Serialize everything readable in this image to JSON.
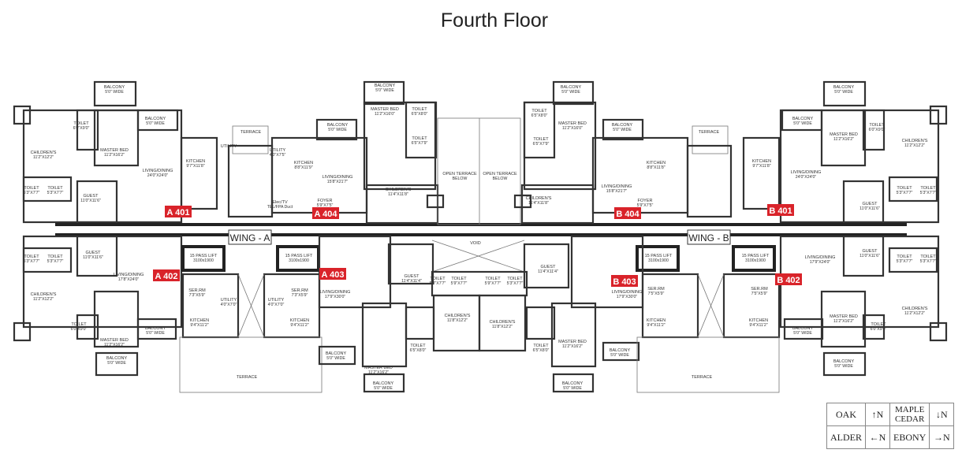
{
  "title": "Fourth Floor",
  "wings": [
    "WING - A",
    "WING - B"
  ],
  "flat_tags": [
    "A 401",
    "A 404",
    "A 402",
    "A 403",
    "B 404",
    "B 401",
    "B 403",
    "B 402"
  ],
  "rooms": [
    {
      "name": "BALCONY",
      "dim": "5'0\" WIDE"
    },
    {
      "name": "TOILET",
      "dim": "6'0\"X9'0\""
    },
    {
      "name": "MASTER BED",
      "dim": "11'2\"X16'2\""
    },
    {
      "name": "CHILDREN'S",
      "dim": "11'2\"X12'2\""
    },
    {
      "name": "BALCONY",
      "dim": "5'0\" WIDE"
    },
    {
      "name": "LIVING/DINING",
      "dim": "24'0\"X24'0\""
    },
    {
      "name": "KITCHEN",
      "dim": "9'7\"X11'8\""
    },
    {
      "name": "TOILET",
      "dim": "5'3\"X7'7\""
    },
    {
      "name": "TOILET",
      "dim": "5'3\"X7'7\""
    },
    {
      "name": "GUEST",
      "dim": "11'0\"X11'6\""
    },
    {
      "name": "TERRACE",
      "dim": ""
    },
    {
      "name": "UTILITY",
      "dim": ""
    },
    {
      "name": "UTILITY",
      "dim": "4'0\"X7'5\""
    },
    {
      "name": "KITCHEN",
      "dim": "8'8\"X11'9\""
    },
    {
      "name": "BALCONY",
      "dim": "5'0\" WIDE"
    },
    {
      "name": "LIVING/DINING",
      "dim": "15'8\"X21'7\""
    },
    {
      "name": "FOYER",
      "dim": "5'9\"X7'5\""
    },
    {
      "name": "BALCONY",
      "dim": "5'0\" WIDE"
    },
    {
      "name": "MASTER BED",
      "dim": "11'2\"X16'0\""
    },
    {
      "name": "TOILET",
      "dim": "6'5\"X8'0\""
    },
    {
      "name": "TOILET",
      "dim": "6'5\"X7'9\""
    },
    {
      "name": "CHILDREN'S",
      "dim": "11'4\"X11'8\""
    },
    {
      "name": "OPEN TERRACE",
      "dim": "BELOW"
    },
    {
      "name": "OPEN TERRACE",
      "dim": "BELOW"
    },
    {
      "name": "Elec/TV",
      "dim": "TEL/FPA Duct"
    },
    {
      "name": "TOILET",
      "dim": "5'3\"X7'7\""
    },
    {
      "name": "TOILET",
      "dim": "5'3\"X7'7\""
    },
    {
      "name": "GUEST",
      "dim": "11'0\"X11'6\""
    },
    {
      "name": "LIVING/DINING",
      "dim": "17'8\"X24'0\""
    },
    {
      "name": "CHILDREN'S",
      "dim": "11'2\"X12'2\""
    },
    {
      "name": "TOILET",
      "dim": "6'0\"X9'0\""
    },
    {
      "name": "MASTER BED",
      "dim": "11'2\"X16'2\""
    },
    {
      "name": "BALCONY",
      "dim": "5'0\" WIDE"
    },
    {
      "name": "BALCONY",
      "dim": "5'0\" WIDE"
    },
    {
      "name": "SER.RM",
      "dim": "7'3\"X5'9\""
    },
    {
      "name": "KITCHEN",
      "dim": "9'4\"X11'2\""
    },
    {
      "name": "UTILITY",
      "dim": "4'0\"X7'0\""
    },
    {
      "name": "15 PASS LIFT",
      "dim": "3100x1900"
    },
    {
      "name": "15 PASS LIFT",
      "dim": "3100x1900"
    },
    {
      "name": "TERRACE",
      "dim": ""
    },
    {
      "name": "SER.RM",
      "dim": "7'3\"X5'9\""
    },
    {
      "name": "KITCHEN",
      "dim": "9'4\"X11'2\""
    },
    {
      "name": "UTILITY",
      "dim": "4'0\"X7'0\""
    },
    {
      "name": "LIVING/DINING",
      "dim": "17'9\"X30'0\""
    },
    {
      "name": "GUEST",
      "dim": "11'4\"X11'4\""
    },
    {
      "name": "VOID",
      "dim": ""
    },
    {
      "name": "TOILET",
      "dim": "5'3\"X7'7\""
    },
    {
      "name": "TOILET",
      "dim": "5'9\"X7'7\""
    },
    {
      "name": "TOILET",
      "dim": "5'9\"X7'7\""
    },
    {
      "name": "TOILET",
      "dim": "5'3\"X7'7\""
    },
    {
      "name": "CHILDREN'S",
      "dim": "11'8\"X12'2\""
    },
    {
      "name": "CHILDREN'S",
      "dim": "11'8\"X12'2\""
    },
    {
      "name": "TOILET",
      "dim": "6'5\"X8'0\""
    },
    {
      "name": "MASTER BED",
      "dim": "11'2\"X16'2\""
    },
    {
      "name": "BALCONY",
      "dim": "5'0\" WIDE"
    },
    {
      "name": "BALCONY",
      "dim": "5'0\" WIDE"
    },
    {
      "name": "GUEST",
      "dim": "11'4\"X11'4\""
    },
    {
      "name": "MASTER BED",
      "dim": "11'2\"X16'0\""
    },
    {
      "name": "TOILET",
      "dim": "6'5\"X8'0\""
    },
    {
      "name": "TOILET",
      "dim": "6'5\"X7'9\""
    },
    {
      "name": "BALCONY",
      "dim": "5'0\" WIDE"
    },
    {
      "name": "BALCONY",
      "dim": "5'0\" WIDE"
    },
    {
      "name": "LIVING/DINING",
      "dim": "15'8\"X21'7\""
    },
    {
      "name": "KITCHEN",
      "dim": "8'8\"X11'8\""
    },
    {
      "name": "CHILDREN'S",
      "dim": "11'4\"X11'8\""
    },
    {
      "name": "FOYER",
      "dim": "5'9\"X7'5\""
    },
    {
      "name": "TERRACE",
      "dim": ""
    },
    {
      "name": "BALCONY",
      "dim": "5'0\" WIDE"
    },
    {
      "name": "MASTER BED",
      "dim": "11'2\"X16'2\""
    },
    {
      "name": "TOILET",
      "dim": "6'0\"X9'0\""
    },
    {
      "name": "CHILDREN'S",
      "dim": "11'2\"X12'2\""
    },
    {
      "name": "BALCONY",
      "dim": "5'0\" WIDE"
    },
    {
      "name": "LIVING/DINING",
      "dim": "24'0\"X24'0\""
    },
    {
      "name": "KITCHEN",
      "dim": "9'7\"X11'8\""
    },
    {
      "name": "GUEST",
      "dim": "11'0\"X11'6\""
    },
    {
      "name": "TOILET",
      "dim": "5'3\"X7'7\""
    },
    {
      "name": "TOILET",
      "dim": "5'3\"X7'7\""
    },
    {
      "name": "GUEST",
      "dim": "11'0\"X11'6\""
    },
    {
      "name": "LIVING/DINING",
      "dim": "17'9\"X24'0\""
    },
    {
      "name": "TOILET",
      "dim": "5'3\"X7'7\""
    },
    {
      "name": "TOILET",
      "dim": "5'3\"X7'7\""
    },
    {
      "name": "MASTER BED",
      "dim": "11'2\"X16'2\""
    },
    {
      "name": "CHILDREN'S",
      "dim": "11'2\"X12'2\""
    },
    {
      "name": "TOILET",
      "dim": "6'0\"X9'0\""
    },
    {
      "name": "BALCONY",
      "dim": "5'0\" WIDE"
    },
    {
      "name": "BALCONY",
      "dim": "5'0\" WIDE"
    },
    {
      "name": "SER.RM",
      "dim": "7'5\"X5'9\""
    },
    {
      "name": "KITCHEN",
      "dim": "9'4\"X11'2\""
    },
    {
      "name": "15 PASS LIFT",
      "dim": "3100x1900"
    },
    {
      "name": "15 PASS LIFT",
      "dim": "3100x1900"
    },
    {
      "name": "TERRACE",
      "dim": ""
    },
    {
      "name": "LIVING/DINING",
      "dim": "17'9\"X30'0\""
    },
    {
      "name": "SER.RM",
      "dim": "7'5\"X5'9\""
    },
    {
      "name": "KITCHEN",
      "dim": "9'4\"X11'2\""
    },
    {
      "name": "MASTER BED",
      "dim": "11'2\"X16'2\""
    },
    {
      "name": "TOILET",
      "dim": "6'5\"X8'0\""
    },
    {
      "name": "BALCONY",
      "dim": "5'0\" WIDE"
    },
    {
      "name": "BALCONY",
      "dim": "5'0\" WIDE"
    }
  ],
  "legend": [
    {
      "name": "OAK",
      "dir": "↑N"
    },
    {
      "name": "MAPLE CEDAR",
      "dir": "↓N"
    },
    {
      "name": "ALDER",
      "dir": "←N"
    },
    {
      "name": "EBONY",
      "dir": "→N"
    }
  ]
}
